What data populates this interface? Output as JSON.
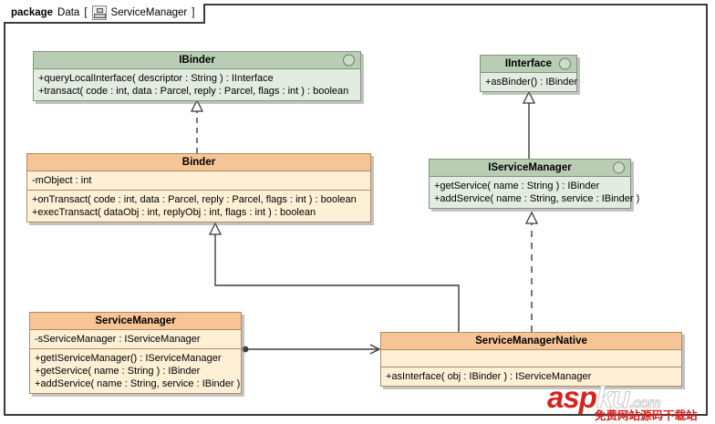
{
  "package": {
    "keyword": "package",
    "name": "Data",
    "bracket_open": "[",
    "bracket_close": "]",
    "diagram_name": "ServiceManager",
    "icon": "class-diagram-icon"
  },
  "palette": {
    "interface_header": "#b9cdb4",
    "interface_body": "#e3ece0",
    "interface_border": "#7f967c",
    "class_header": "#f7c496",
    "class_body": "#fdf0d5",
    "class_border": "#b08b63",
    "frame_border": "#3b3b3b",
    "connector": "#3b3b3b",
    "background": "#ffffff"
  },
  "classes": {
    "ibinder": {
      "name": "IBinder",
      "stereotype_marker": "interface-circle-icon",
      "attributes": [],
      "operations": [
        "+queryLocalInterface( descriptor : String ) : IInterface",
        "+transact( code : int, data : Parcel, reply : Parcel, flags : int ) : boolean"
      ]
    },
    "iinterface": {
      "name": "IInterface",
      "stereotype_marker": "interface-circle-icon",
      "attributes": [],
      "operations": [
        "+asBinder() : IBinder"
      ]
    },
    "binder": {
      "name": "Binder",
      "stereotype_marker": "none",
      "attributes": [
        "-mObject : int"
      ],
      "operations": [
        "+onTransact( code : int, data : Parcel, reply : Parcel, flags : int ) : boolean",
        "+execTransact( dataObj : int, replyObj : int, flags : int ) : boolean"
      ]
    },
    "iservicemanager": {
      "name": "IServiceManager",
      "stereotype_marker": "interface-circle-icon",
      "attributes": [],
      "operations": [
        "+getService( name : String ) : IBinder",
        "+addService( name : String, service : IBinder )"
      ]
    },
    "servicemanager": {
      "name": "ServiceManager",
      "stereotype_marker": "none",
      "attributes": [
        "-sServiceManager : IServiceManager"
      ],
      "operations": [
        "+getIServiceManager() : IServiceManager",
        "+getService( name : String ) : IBinder",
        "+addService( name : String, service : IBinder )"
      ]
    },
    "servicemanagernative": {
      "name": "ServiceManagerNative",
      "stereotype_marker": "none",
      "attributes": [],
      "operations": [
        "+asInterface( obj : IBinder ) : IServiceManager"
      ]
    }
  },
  "relationships": [
    {
      "id": "binder-realizes-ibinder",
      "from": "Binder",
      "to": "IBinder",
      "type": "realization",
      "style": "dashed",
      "arrowhead": "hollow-triangle"
    },
    {
      "id": "iservicemanager-extends-iinterface",
      "from": "IServiceManager",
      "to": "IInterface",
      "type": "generalization",
      "style": "solid",
      "arrowhead": "hollow-triangle"
    },
    {
      "id": "smn-realizes-iservicemanager",
      "from": "ServiceManagerNative",
      "to": "IServiceManager",
      "type": "realization",
      "style": "dashed",
      "arrowhead": "hollow-triangle"
    },
    {
      "id": "smn-extends-binder",
      "from": "ServiceManagerNative",
      "to": "Binder",
      "type": "generalization",
      "style": "solid",
      "arrowhead": "hollow-triangle"
    },
    {
      "id": "servicemanager-uses-smn",
      "from": "ServiceManager",
      "to": "ServiceManagerNative",
      "type": "association",
      "style": "solid",
      "arrowhead": "open-arrow",
      "source_end": "filled-dot"
    }
  ],
  "watermark": {
    "brand_asp": "asp",
    "brand_ku": "ku",
    "brand_domain": ".com",
    "subtitle": "免费网站源码下载站",
    "brand_color": "#d6231f"
  }
}
